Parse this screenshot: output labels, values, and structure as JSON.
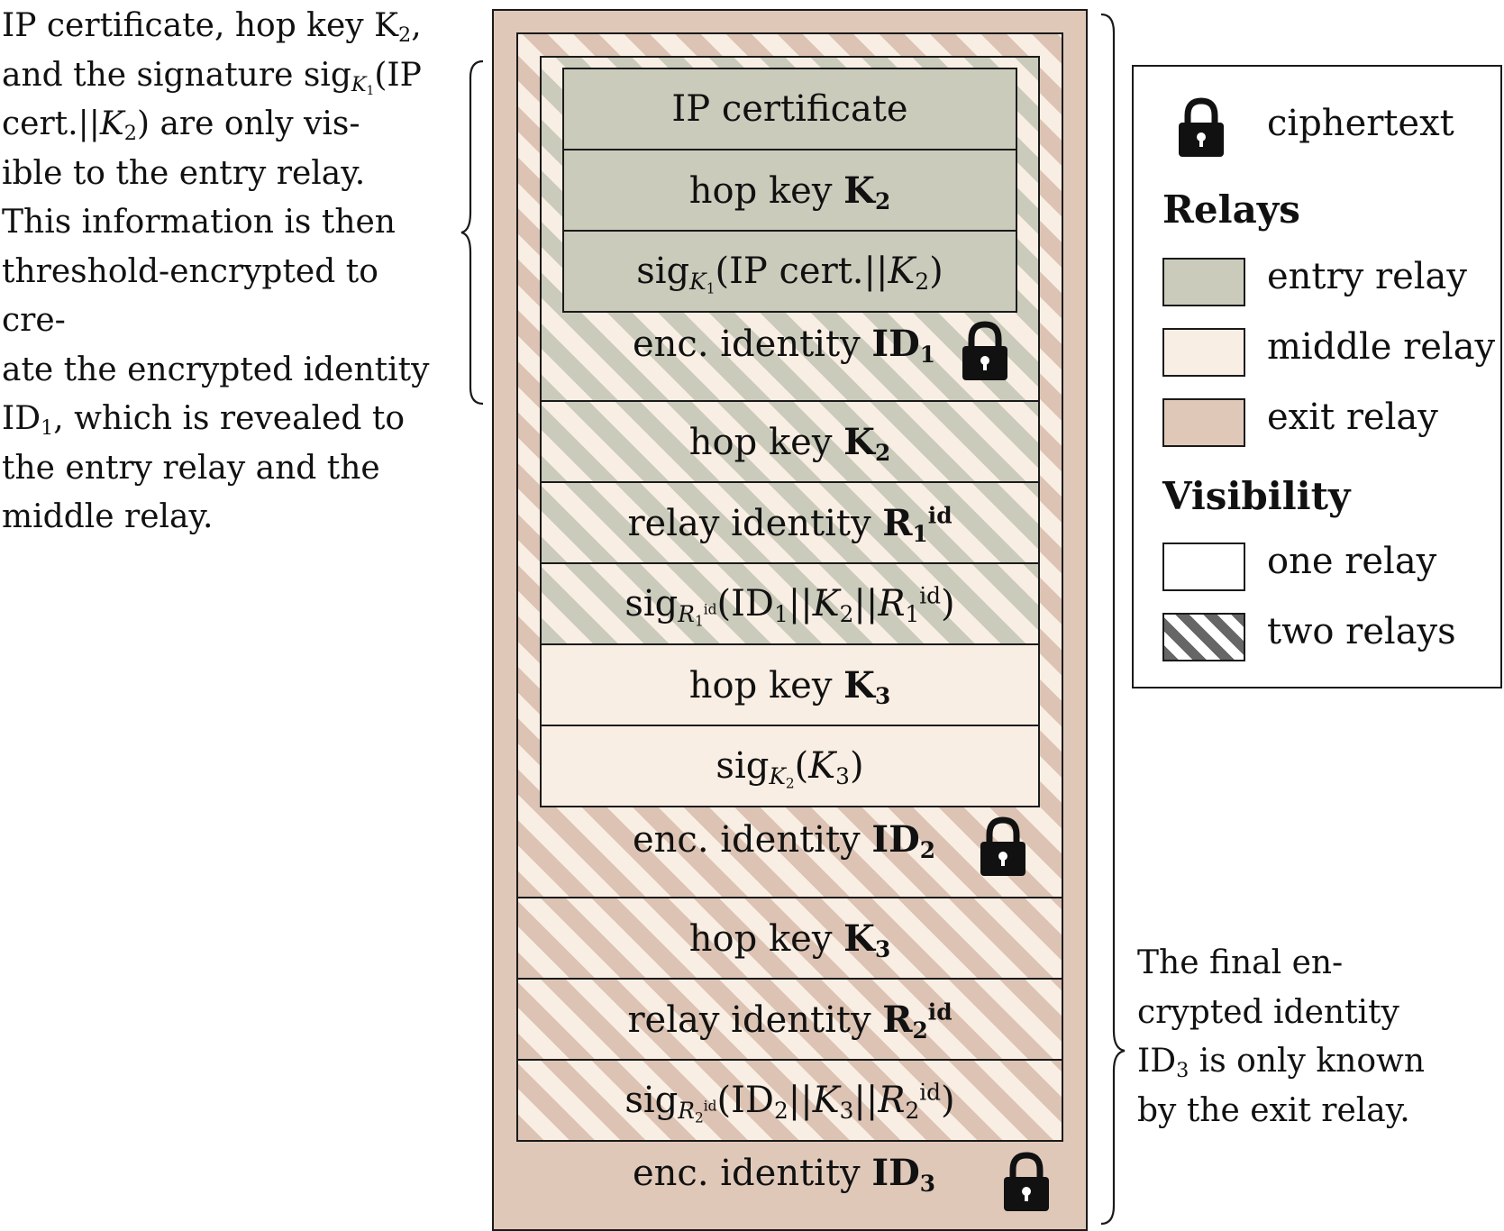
{
  "left_note": {
    "lines": [
      "IP certificate, hop key K<sub>2</sub>,",
      "and the signature sig<sub><i>K</i><sub>1</sub></sub>(IP",
      "cert.||<i>K</i><sub>2</sub>) are only vis-",
      "ible to the entry relay.",
      "This information is then",
      "threshold-encrypted to cre-",
      "ate the encrypted identity",
      "ID<sub>1</sub>, which is revealed to",
      "the entry relay and the",
      "middle relay."
    ]
  },
  "right_note": {
    "lines": [
      "The final en-",
      "crypted identity",
      "ID<sub>3</sub> is only known",
      "by the exit relay."
    ]
  },
  "boxes": {
    "ip_certificate": "IP certificate",
    "hop_key_k2_inner": "hop key <b>K<sub>2</sub></b>",
    "sig_k1": "sig<sub><i>K</i><sub>1</sub></sub>(IP cert.||<i>K</i><sub>2</sub>)",
    "enc_id1": "enc. identity <b>ID<sub>1</sub></b>",
    "hop_key_k2_outer": "hop key <b>K<sub>2</sub></b>",
    "relay_identity_r1": "relay identity <b>R<sub>1</sub><sup>id</sup></b>",
    "sig_r1": "sig<sub><i>R</i><sub>1</sub><sup>id</sup></sub>(ID<sub>1</sub>||<i>K</i><sub>2</sub>||<i>R</i><sub>1</sub><sup>id</sup>)",
    "hop_key_k3_inner": "hop key <b>K<sub>3</sub></b>",
    "sig_k2": "sig<sub><i>K</i><sub>2</sub></sub>(<i>K</i><sub>3</sub>)",
    "enc_id2": "enc. identity <b>ID<sub>2</sub></b>",
    "hop_key_k3_outer": "hop key <b>K<sub>3</sub></b>",
    "relay_identity_r2": "relay identity <b>R<sub>2</sub><sup>id</sup></b>",
    "sig_r2": "sig<sub><i>R</i><sub>2</sub><sup>id</sup></sub>(ID<sub>2</sub>||<i>K</i><sub>3</sub>||<i>R</i><sub>2</sub><sup>id</sup>)",
    "enc_id3": "enc. identity <b>ID<sub>3</sub></b>"
  },
  "legend": {
    "ciphertext": "ciphertext",
    "relays_heading": "Relays",
    "entry_relay": "entry relay",
    "middle_relay": "middle relay",
    "exit_relay": "exit relay",
    "visibility_heading": "Visibility",
    "one_relay": "one relay",
    "two_relays": "two relays"
  },
  "colors": {
    "entry_relay": "#cbcbbc",
    "middle_relay": "#f9eee3",
    "exit_relay": "#e0c8b9"
  },
  "icons": {
    "lock": "lock-icon"
  }
}
